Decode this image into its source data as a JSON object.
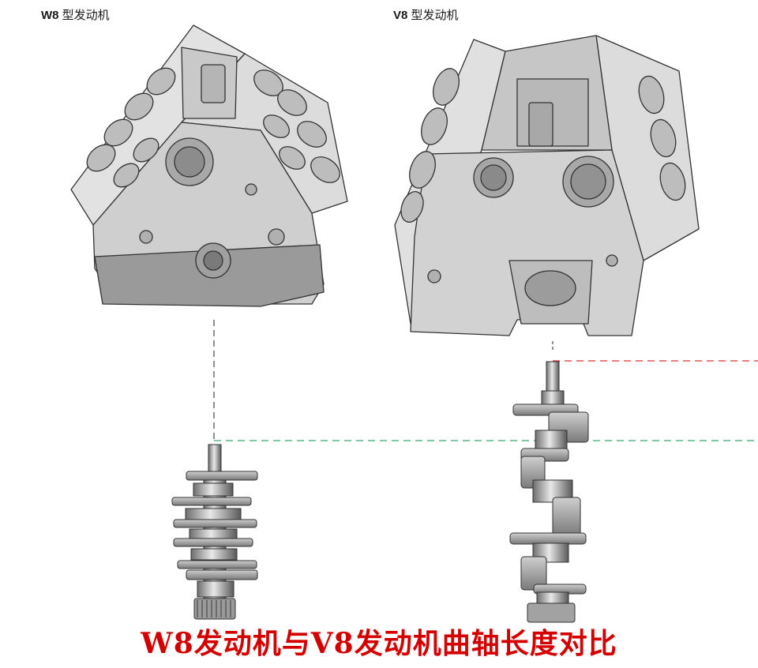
{
  "engines": {
    "w8": {
      "name_bold": "W8",
      "name_rest": " 型发动机"
    },
    "v8": {
      "name_bold": "V8",
      "name_rest": " 型发动机"
    }
  },
  "caption": "W8发动机与V8发动机曲轴长度对比",
  "colors": {
    "caption": "#d40000",
    "guide_red": "#e03030",
    "guide_green": "#3aa86a",
    "block_fill": "#d9d9d9",
    "block_dark": "#8a8a8a",
    "outline": "#333333"
  }
}
